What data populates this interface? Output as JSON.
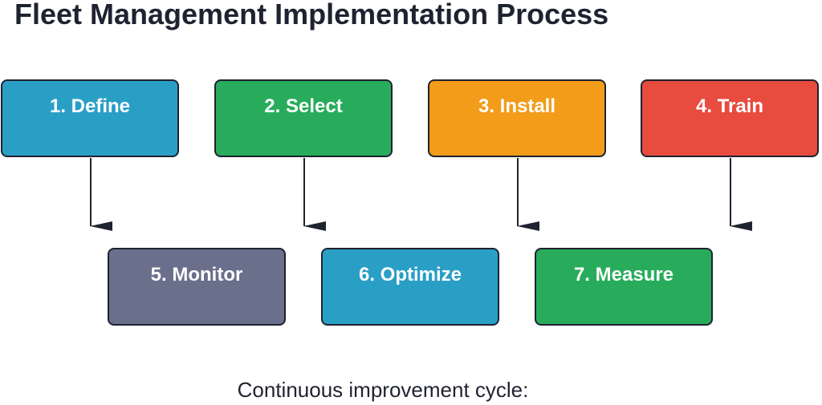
{
  "title": "Fleet Management Implementation Process",
  "steps_top": [
    {
      "label": "1. Define",
      "color": "#2a9fc6"
    },
    {
      "label": "2. Select",
      "color": "#28ac5c"
    },
    {
      "label": "3. Install",
      "color": "#f29c1a"
    },
    {
      "label": "4. Train",
      "color": "#e74c3f"
    }
  ],
  "steps_bottom": [
    {
      "label": "5. Monitor",
      "color": "#6a6f8b"
    },
    {
      "label": "6. Optimize",
      "color": "#2a9fc6"
    },
    {
      "label": "7. Measure",
      "color": "#28ac5c"
    }
  ],
  "caption": "Continuous improvement cycle:"
}
